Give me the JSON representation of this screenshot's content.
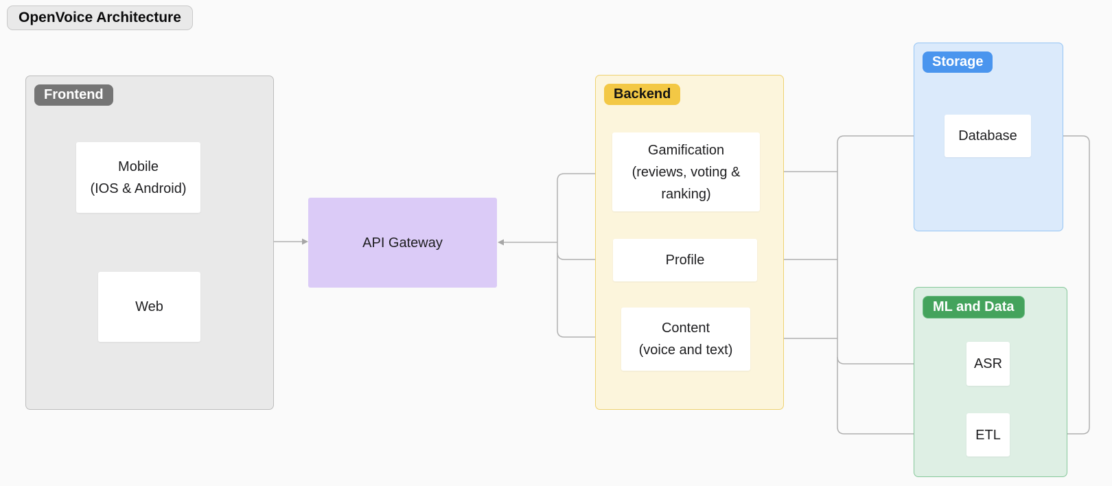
{
  "title": "OpenVoice Architecture",
  "groups": {
    "frontend": {
      "label": "Frontend",
      "label_bg": "#757575",
      "label_color": "#ffffff",
      "fill": "#e9e9e9",
      "border": "#bdbdbd"
    },
    "backend": {
      "label": "Backend",
      "label_bg": "#f3c845",
      "label_color": "#141414",
      "fill": "#fcf5dc",
      "border": "#eed272"
    },
    "storage": {
      "label": "Storage",
      "label_bg": "#4a95ee",
      "label_color": "#ffffff",
      "fill": "#dbeafb",
      "border": "#94c4f4"
    },
    "ml_and_data": {
      "label": "ML and Data",
      "label_bg": "#44a35c",
      "label_color": "#ffffff",
      "fill": "#deefe4",
      "border": "#84c799"
    }
  },
  "nodes": {
    "mobile": {
      "lines": [
        "Mobile",
        "(IOS & Android)"
      ],
      "group": "frontend"
    },
    "web": {
      "lines": [
        "Web"
      ],
      "group": "frontend"
    },
    "api_gateway": {
      "lines": [
        "API Gateway"
      ],
      "fill": "#dbcbf7"
    },
    "gamification": {
      "lines": [
        "Gamification",
        "(reviews, voting &",
        "ranking)"
      ],
      "group": "backend"
    },
    "profile": {
      "lines": [
        "Profile"
      ],
      "group": "backend"
    },
    "content": {
      "lines": [
        "Content",
        "(voice and text)"
      ],
      "group": "backend"
    },
    "database": {
      "lines": [
        "Database"
      ],
      "group": "storage"
    },
    "asr": {
      "lines": [
        "ASR"
      ],
      "group": "ml_and_data"
    },
    "etl": {
      "lines": [
        "ETL"
      ],
      "group": "ml_and_data"
    }
  },
  "edges": [
    {
      "from": "api_gateway",
      "to": "mobile",
      "arrows": "both"
    },
    {
      "from": "api_gateway",
      "to": "web",
      "arrows": "both"
    },
    {
      "from": "api_gateway",
      "to": "gamification",
      "arrows": "both"
    },
    {
      "from": "api_gateway",
      "to": "profile",
      "arrows": "both"
    },
    {
      "from": "api_gateway",
      "to": "content",
      "arrows": "both"
    },
    {
      "from": "gamification",
      "to": "database",
      "arrows": "both"
    },
    {
      "from": "profile",
      "to": "database",
      "arrows": "both"
    },
    {
      "from": "content",
      "to": "database",
      "arrows": "both"
    },
    {
      "from": "content",
      "to": "asr",
      "arrows": "to"
    },
    {
      "from": "content",
      "to": "etl",
      "arrows": "to"
    },
    {
      "from": "etl",
      "to": "database",
      "arrows": "to"
    }
  ],
  "colors": {
    "canvas_bg": "#fafafa",
    "connector": "#b0b0b0",
    "arrowhead": "#a6a6a6",
    "node_bg": "#ffffff",
    "node_text": "#1d1d1f",
    "title_bg": "#e9e9e9",
    "title_border": "#c9c9c9"
  }
}
